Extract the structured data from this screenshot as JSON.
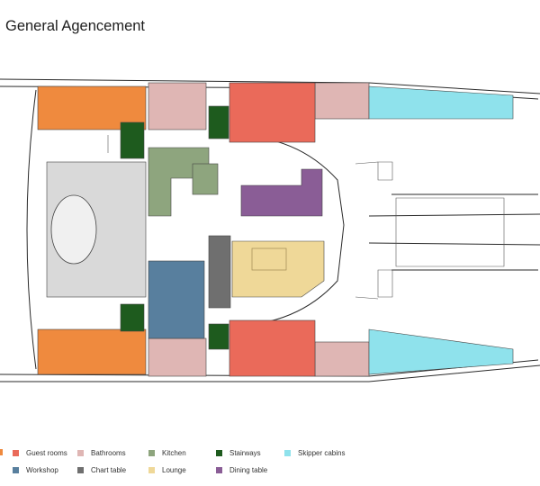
{
  "title": "General Agencement",
  "colors": {
    "owner": "#ef8a3e",
    "guest": "#ea6a5a",
    "bath": "#dfb6b4",
    "kitchen": "#8ea57e",
    "stairs": "#1e5b1e",
    "skipper": "#8fe2ec",
    "workshop": "#587f9e",
    "chart": "#6f6f6f",
    "lounge": "#efd898",
    "dining": "#8a5d96",
    "salon": "#d9d9d9",
    "outline": "#2a2a2a"
  },
  "legend": [
    {
      "label": "",
      "color": "#ef8a3e"
    },
    {
      "label": "Guest rooms",
      "color": "#ea6a5a"
    },
    {
      "label": "Bathrooms",
      "color": "#dfb6b4"
    },
    {
      "label": "Kitchen",
      "color": "#8ea57e"
    },
    {
      "label": "Stairways",
      "color": "#1e5b1e"
    },
    {
      "label": "Skipper cabins",
      "color": "#8fe2ec"
    },
    {
      "label": "Workshop",
      "color": "#587f9e"
    },
    {
      "label": "Chart table",
      "color": "#6f6f6f"
    },
    {
      "label": "Lounge",
      "color": "#efd898"
    },
    {
      "label": "Dining table",
      "color": "#8a5d96"
    }
  ]
}
